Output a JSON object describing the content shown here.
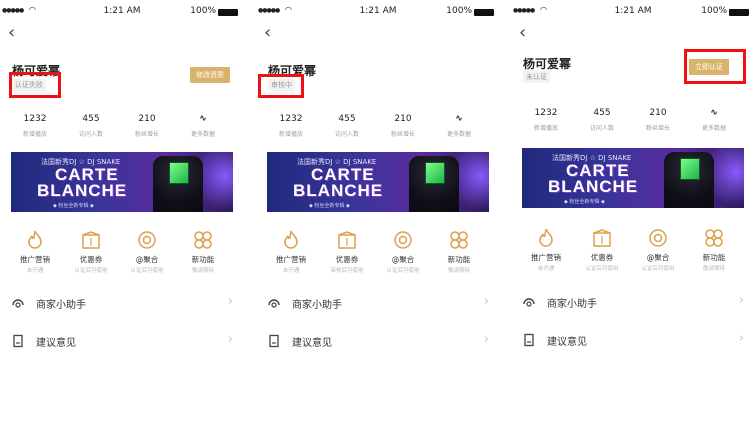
{
  "accent_color": "#d9b36a",
  "highlight_color": "#ef0f14",
  "phones": [
    {
      "status": {
        "time": "1:21 AM",
        "battery": "100%"
      },
      "name": "杨可爱幂",
      "tag": "认证失败",
      "edit_button": "修改资质",
      "stats": [
        {
          "value": "1232",
          "label": "新增播放"
        },
        {
          "value": "455",
          "label": "访问人数"
        },
        {
          "value": "210",
          "label": "粉丝增长"
        },
        {
          "value": "",
          "label": "更多数据",
          "icon": "trend-icon"
        }
      ],
      "banner": {
        "top": "法国新秀DJ ☆ DJ SNAKE",
        "line1": "CARTE",
        "line2": "BLANCHE",
        "bottom": "◆ 粉丝全新专辑 ◆"
      },
      "features": [
        {
          "label": "推广营销",
          "sub": "未开通",
          "icon": "flame-icon"
        },
        {
          "label": "优惠券",
          "sub": "认证后可使用",
          "icon": "coupon-icon"
        },
        {
          "label": "@聚合",
          "sub": "认证后可使用",
          "icon": "at-icon"
        },
        {
          "label": "新功能",
          "sub": "敬请期待",
          "icon": "grid-icon"
        }
      ],
      "rows": [
        {
          "label": "商家小助手",
          "icon": "assistant-icon"
        },
        {
          "label": "建议意见",
          "icon": "feedback-icon"
        }
      ]
    },
    {
      "status": {
        "time": "1:21 AM",
        "battery": "100%"
      },
      "name": "杨可爱幂",
      "tag": "审核中",
      "edit_button": "",
      "stats": [
        {
          "value": "1232",
          "label": "新增播放"
        },
        {
          "value": "455",
          "label": "访问人数"
        },
        {
          "value": "210",
          "label": "粉丝增长"
        },
        {
          "value": "",
          "label": "更多数据",
          "icon": "trend-icon"
        }
      ],
      "banner": {
        "top": "法国新秀DJ ☆ DJ SNAKE",
        "line1": "CARTE",
        "line2": "BLANCHE",
        "bottom": "◆ 粉丝全新专辑 ◆"
      },
      "features": [
        {
          "label": "推广营销",
          "sub": "未开通",
          "icon": "flame-icon"
        },
        {
          "label": "优惠券",
          "sub": "审核后可使用",
          "icon": "coupon-icon"
        },
        {
          "label": "@聚合",
          "sub": "认证后可使用",
          "icon": "at-icon"
        },
        {
          "label": "新功能",
          "sub": "敬请期待",
          "icon": "grid-icon"
        }
      ],
      "rows": [
        {
          "label": "商家小助手",
          "icon": "assistant-icon"
        },
        {
          "label": "建议意见",
          "icon": "feedback-icon"
        }
      ]
    },
    {
      "status": {
        "time": "1:21 AM",
        "battery": "100%"
      },
      "name": "杨可爱幂",
      "tag": "未认证",
      "edit_button": "立即认证",
      "stats": [
        {
          "value": "1232",
          "label": "新增播放"
        },
        {
          "value": "455",
          "label": "访问人数"
        },
        {
          "value": "210",
          "label": "粉丝增长"
        },
        {
          "value": "",
          "label": "更多数据",
          "icon": "trend-icon"
        }
      ],
      "banner": {
        "top": "法国新秀DJ ☆ DJ SNAKE",
        "line1": "CARTE",
        "line2": "BLANCHE",
        "bottom": "◆ 粉丝全新专辑 ◆"
      },
      "features": [
        {
          "label": "推广营销",
          "sub": "未开通",
          "icon": "flame-icon"
        },
        {
          "label": "优惠券",
          "sub": "认证后可使用",
          "icon": "coupon-icon"
        },
        {
          "label": "@聚合",
          "sub": "认证后可使用",
          "icon": "at-icon"
        },
        {
          "label": "新功能",
          "sub": "敬请期待",
          "icon": "grid-icon"
        }
      ],
      "rows": [
        {
          "label": "商家小助手",
          "icon": "assistant-icon"
        },
        {
          "label": "建议意见",
          "icon": "feedback-icon"
        }
      ]
    }
  ]
}
